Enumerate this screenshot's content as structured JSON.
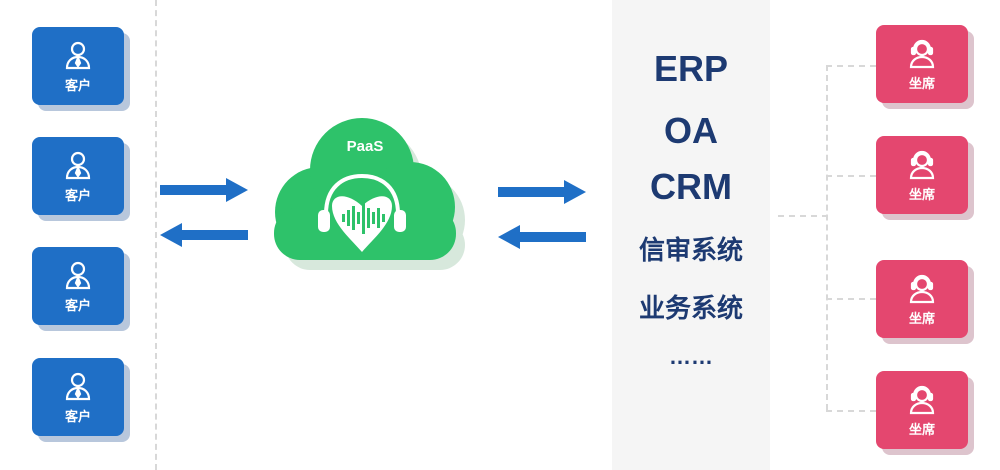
{
  "customers": {
    "label": "客户"
  },
  "agents": {
    "label": "坐席"
  },
  "cloud": {
    "label": "PaaS"
  },
  "systems": {
    "erp": "ERP",
    "oa": "OA",
    "crm": "CRM",
    "xinshen": "信审系统",
    "business": "业务系统",
    "more": "……"
  },
  "colors": {
    "blue": "#1f6fc6",
    "red": "#e4476f",
    "green": "#2ec26a",
    "navy": "#1d3a72"
  }
}
